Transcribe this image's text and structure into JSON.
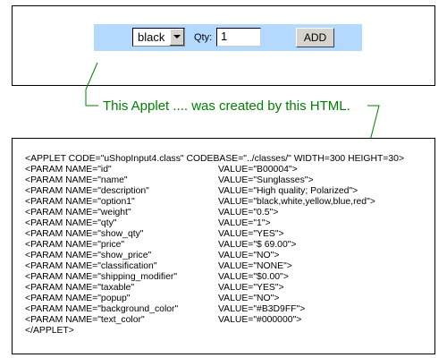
{
  "applet": {
    "select_value": "black",
    "qty_label": "Qty:",
    "qty_value": "1",
    "add_label": "ADD",
    "background": "#B3D9FF"
  },
  "caption": "This Applet .... was created by this HTML.",
  "code": {
    "open_tag": "<APPLET CODE=\"uShopInput4.class\" CODEBASE=\"../classes/\" WIDTH=300 HEIGHT=30>",
    "params": [
      {
        "name": "<PARAM NAME=\"id\"",
        "value": "VALUE=\"B00004\">"
      },
      {
        "name": "<PARAM NAME=\"name\"",
        "value": "VALUE=\"Sunglasses\">"
      },
      {
        "name": "<PARAM NAME=\"description\"",
        "value": "VALUE=\"High quality; Polarized\">"
      },
      {
        "name": "<PARAM NAME=\"option1\"",
        "value": "VALUE=\"black,white,yellow,blue,red\">"
      },
      {
        "name": "<PARAM NAME=\"weight\"",
        "value": "VALUE=\"0.5\">"
      },
      {
        "name": "<PARAM NAME=\"qty\"",
        "value": "VALUE=\"1\">"
      },
      {
        "name": "<PARAM NAME=\"show_qty\"",
        "value": "VALUE=\"YES\">"
      },
      {
        "name": "<PARAM NAME=\"price\"",
        "value": "VALUE=\"$ 69.00\">"
      },
      {
        "name": "<PARAM NAME=\"show_price\"",
        "value": "VALUE=\"NO\">"
      },
      {
        "name": "<PARAM NAME=\"classification\"",
        "value": "VALUE=\"NONE\">"
      },
      {
        "name": "<PARAM NAME=\"shipping_modifier\"",
        "value": "VALUE=\"$0.00\">"
      },
      {
        "name": "<PARAM NAME=\"taxable\"",
        "value": "VALUE=\"YES\">"
      },
      {
        "name": "<PARAM NAME=\"popup\"",
        "value": "VALUE=\"NO\">"
      },
      {
        "name": "<PARAM NAME=\"background_color\"",
        "value": "VALUE=\"#B3D9FF\">"
      },
      {
        "name": "<PARAM NAME=\"text_color\"",
        "value": "VALUE=\"#000000\">"
      }
    ],
    "close_tag": "</APPLET>"
  }
}
